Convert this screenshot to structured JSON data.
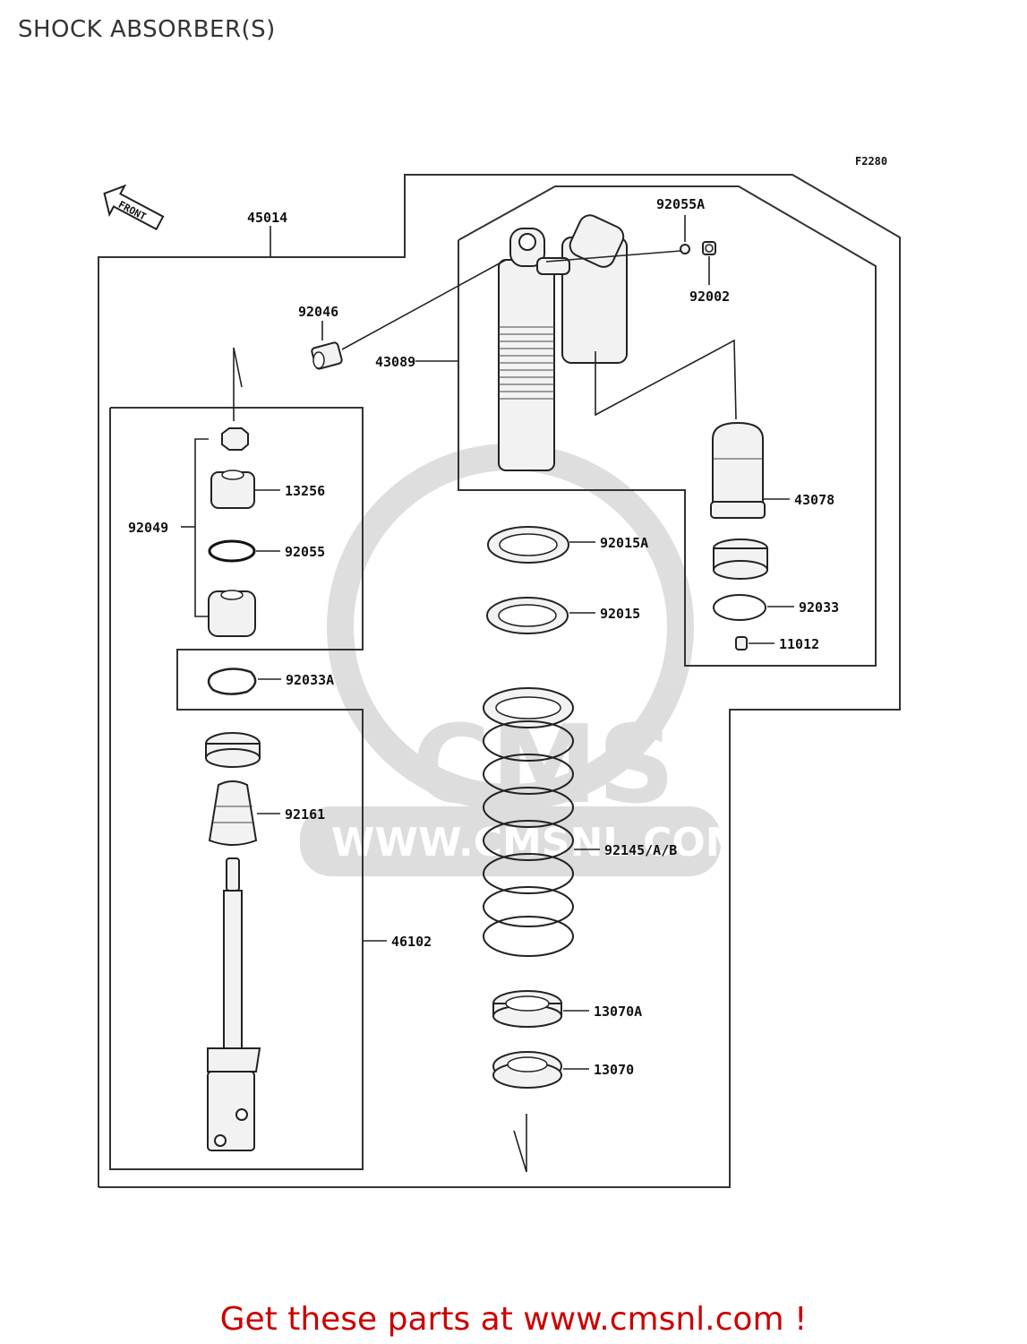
{
  "page": {
    "title": "SHOCK ABSORBER(S)"
  },
  "diagram": {
    "figure_code": "F2280",
    "front_label": "FRONT",
    "watermark": {
      "logo_text": "CMS",
      "url_text": "WWW.CMSNL.COM"
    },
    "callouts": {
      "p45014": "45014",
      "p92055A": "92055A",
      "p92002": "92002",
      "p92046": "92046",
      "p43089": "43089",
      "p13256": "13256",
      "p92049": "92049",
      "p92055": "92055",
      "p43078": "43078",
      "p92015A": "92015A",
      "p92015": "92015",
      "p92033": "92033",
      "p11012": "11012",
      "p92033A": "92033A",
      "p92161": "92161",
      "p92145": "92145/A/B",
      "p46102": "46102",
      "p13070A": "13070A",
      "p13070": "13070"
    }
  },
  "footer": {
    "link_text": "Get these parts at www.cmsnl.com !"
  }
}
